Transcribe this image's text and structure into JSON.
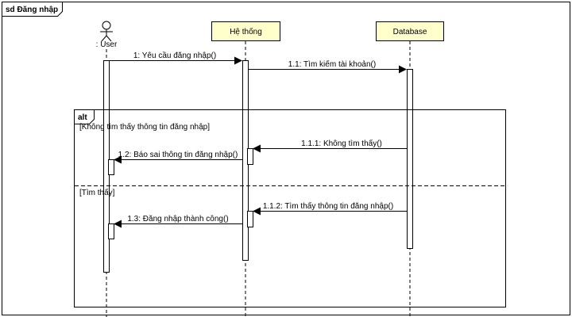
{
  "frame": {
    "title": "sd Đăng nhập"
  },
  "lifelines": [
    {
      "id": "user",
      "label": ": User",
      "kind": "actor"
    },
    {
      "id": "system",
      "label": "Hệ thống",
      "kind": "object"
    },
    {
      "id": "database",
      "label": "Database",
      "kind": "object"
    }
  ],
  "messages": [
    {
      "id": "m1",
      "label": "1: Yêu cầu đăng nhập()"
    },
    {
      "id": "m2",
      "label": "1.1: Tìm kiếm tài khoản()"
    },
    {
      "id": "m3",
      "label": "1.1.1: Không tìm thấy()"
    },
    {
      "id": "m4",
      "label": "1.2: Báo sai thông tin đăng nhập()"
    },
    {
      "id": "m5",
      "label": "1.1.2: Tìm thấy thông tin đăng nhập()"
    },
    {
      "id": "m6",
      "label": "1.3: Đăng nhập thành công()"
    }
  ],
  "fragment": {
    "operator": "alt",
    "guards": [
      "[Không tìm thấy thông tin đăng nhập]",
      "[Tìm thấy]"
    ]
  },
  "colors": {
    "header_fill": "#ffffcc",
    "line": "#000000",
    "background": "#ffffff"
  }
}
